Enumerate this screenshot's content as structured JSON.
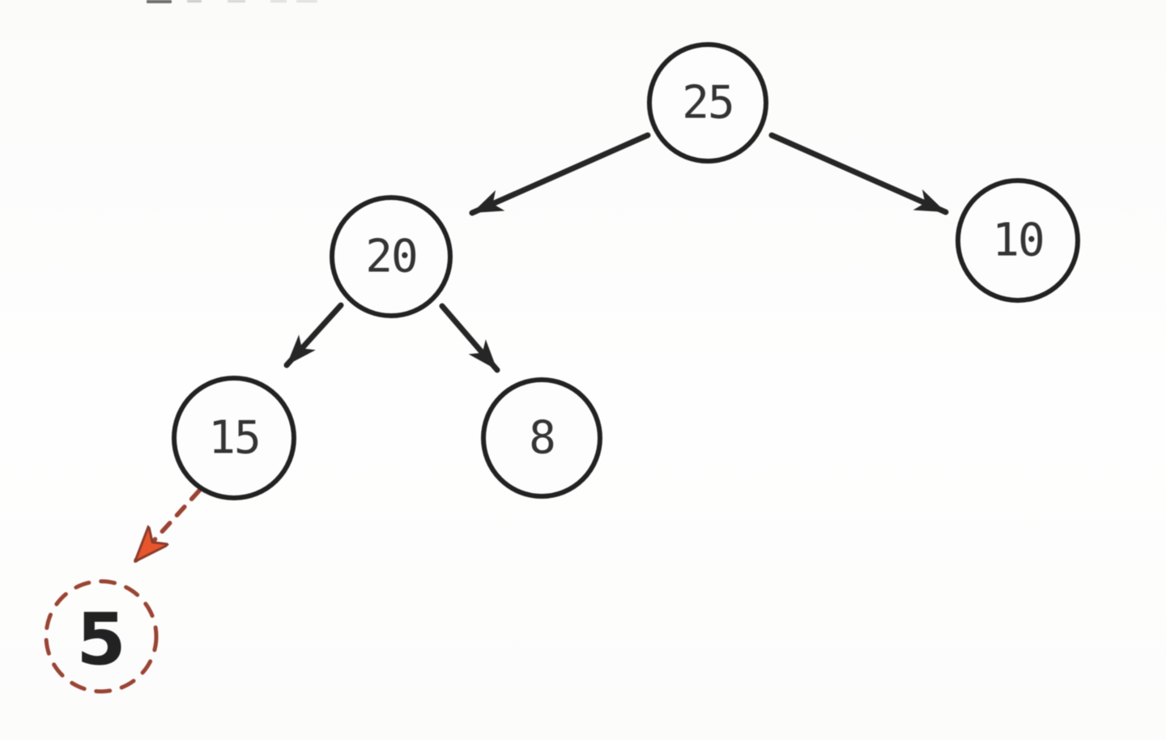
{
  "figure": {
    "title": "binary-tree-insertion-diagram",
    "nodes": [
      {
        "id": "root",
        "value": "25",
        "style": "solid"
      },
      {
        "id": "left",
        "value": "20",
        "style": "solid"
      },
      {
        "id": "right",
        "value": "10",
        "style": "solid"
      },
      {
        "id": "left-left",
        "value": "15",
        "style": "solid"
      },
      {
        "id": "left-right",
        "value": "8",
        "style": "solid"
      },
      {
        "id": "inserted",
        "value": "5",
        "style": "dashed-pending-insert"
      }
    ],
    "edges": [
      {
        "from": "25",
        "to": "20",
        "style": "solid-arrow"
      },
      {
        "from": "25",
        "to": "10",
        "style": "solid-arrow"
      },
      {
        "from": "20",
        "to": "15",
        "style": "solid-arrow"
      },
      {
        "from": "20",
        "to": "8",
        "style": "solid-arrow"
      },
      {
        "from": "15",
        "to": "5",
        "style": "dashed-red-arrow"
      }
    ],
    "colors": {
      "node_stroke": "#222222",
      "edge_stroke": "#262626",
      "label_fill": "#343434",
      "insert_dash": "#9a4434",
      "insert_arrow_fill": "#e8552c",
      "insert_arrow_outline": "#8a3c2c",
      "inserted_value_fill": "#222222"
    }
  }
}
